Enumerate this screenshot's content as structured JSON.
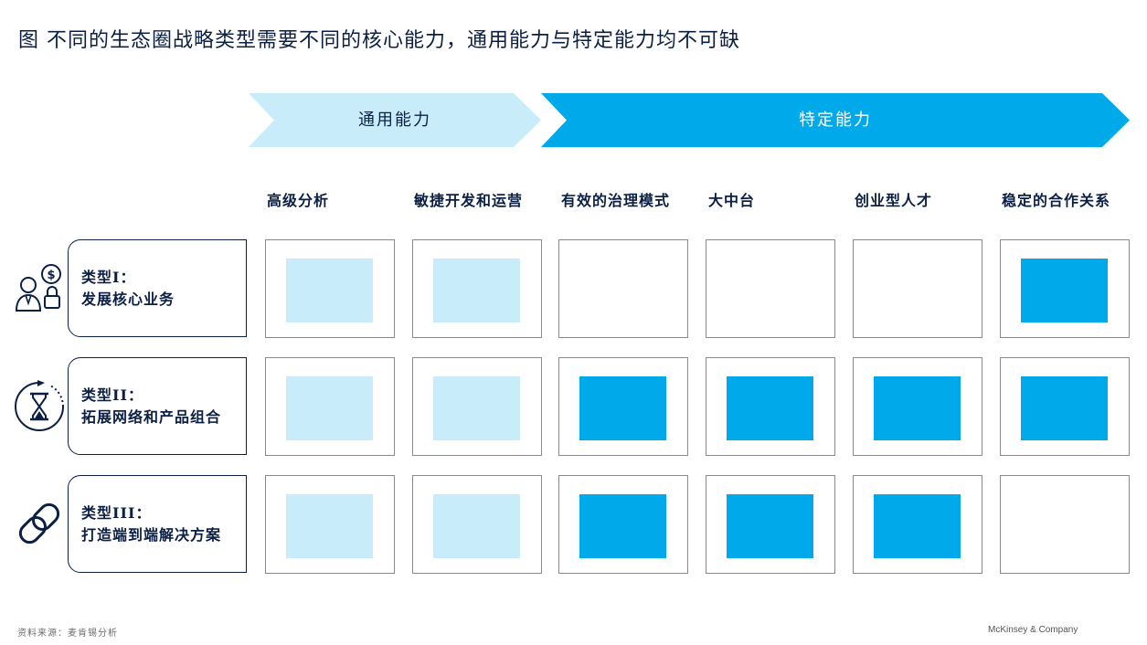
{
  "title": "图  不同的生态圈战略类型需要不同的核心能力，通用能力与特定能力均不可缺",
  "banners": {
    "general": "通用能力",
    "specific": "特定能力"
  },
  "columns": [
    "高级分析",
    "敏捷开发和运营",
    "有效的治理模式",
    "大中台",
    "创业型人才",
    "稳定的合作关系"
  ],
  "rows": [
    {
      "title": "类型I：",
      "subtitle": "发展核心业务",
      "icon": "businessman-dollar-lock-icon"
    },
    {
      "title": "类型II：",
      "subtitle": "拓展网络和产品组合",
      "icon": "hourglass-refresh-icon"
    },
    {
      "title": "类型III：",
      "subtitle": "打造端到端解决方案",
      "icon": "chain-link-icon"
    }
  ],
  "matrix": [
    [
      "general",
      "general",
      "none",
      "none",
      "none",
      "specific"
    ],
    [
      "general",
      "general",
      "specific",
      "specific",
      "specific",
      "specific"
    ],
    [
      "general",
      "general",
      "specific",
      "specific",
      "specific",
      "none"
    ]
  ],
  "colors": {
    "general": "#c8ecfa",
    "specific": "#00a9ea",
    "navy": "#0b1f45"
  },
  "footer": {
    "source": "资料来源：麦肯锡分析",
    "brand": "McKinsey & Company"
  }
}
